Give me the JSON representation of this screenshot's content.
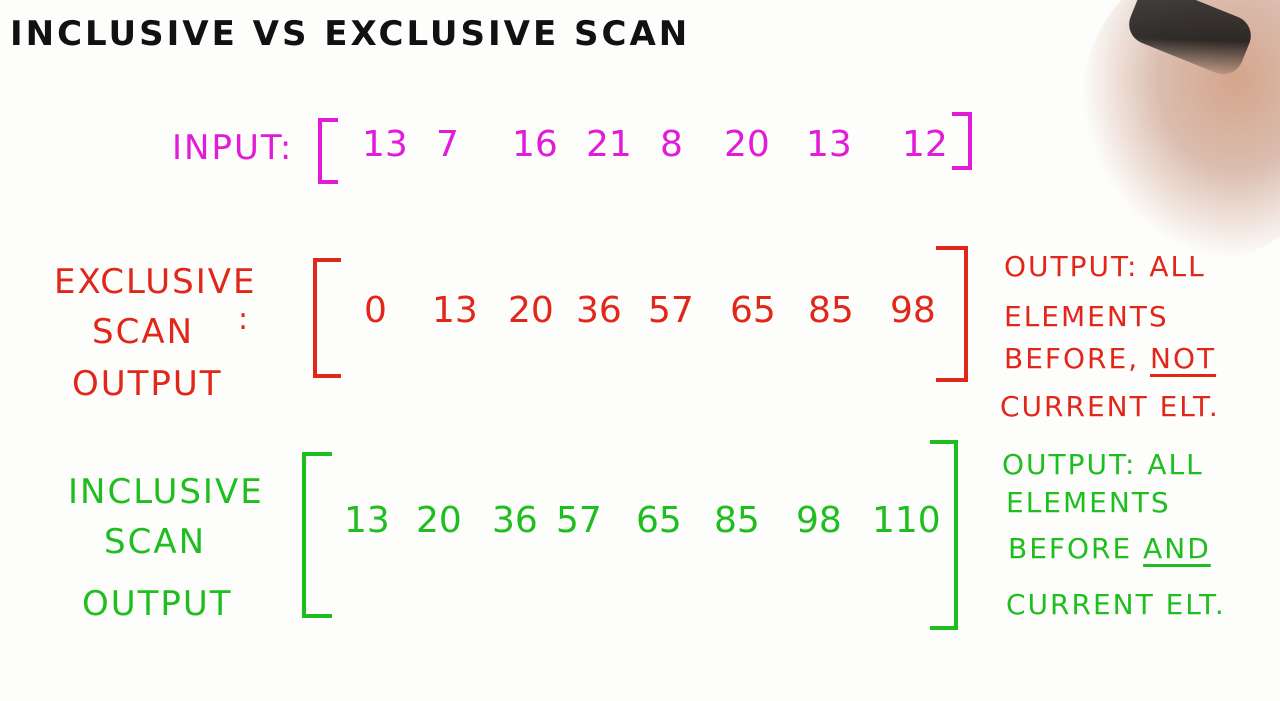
{
  "title": "INCLUSIVE VS EXCLUSIVE SCAN",
  "input": {
    "label": "INPUT:",
    "values": [
      "13",
      "7",
      "16",
      "21",
      "8",
      "20",
      "13",
      "12"
    ]
  },
  "exclusive": {
    "label_line1": "EXCLUSIVE",
    "label_line2": "SCAN",
    "label_line3": "OUTPUT",
    "colon": ":",
    "values": [
      "0",
      "13",
      "20",
      "36",
      "57",
      "65",
      "85",
      "98"
    ],
    "note_line1": "OUTPUT: ALL",
    "note_line2": "ELEMENTS",
    "note_line3a": "BEFORE,",
    "note_line3b": "NOT",
    "note_line4": "CURRENT ELT."
  },
  "inclusive": {
    "label_line1": "INCLUSIVE",
    "label_line2": "SCAN",
    "label_line3": "OUTPUT",
    "values": [
      "13",
      "20",
      "36",
      "57",
      "65",
      "85",
      "98",
      "110"
    ],
    "note_line1": "OUTPUT: ALL",
    "note_line2": "ELEMENTS",
    "note_line3a": "BEFORE",
    "note_line3b": "AND",
    "note_line4": "CURRENT ELT."
  },
  "colors": {
    "input": "#e21bd8",
    "exclusive": "#e1261a",
    "inclusive": "#1fbe1f",
    "title": "#111111"
  }
}
